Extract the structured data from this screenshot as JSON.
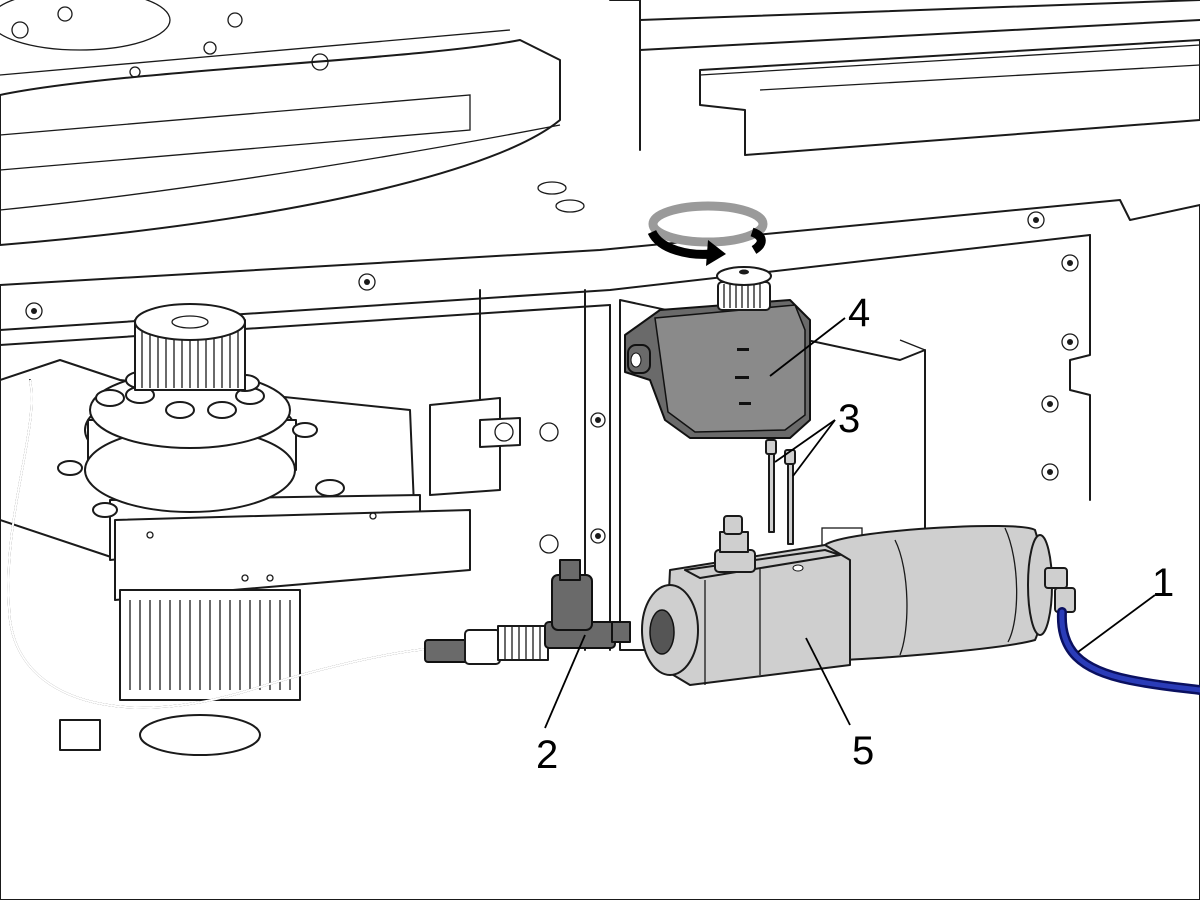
{
  "figure": {
    "callouts": [
      {
        "id": "1",
        "label": "1"
      },
      {
        "id": "2",
        "label": "2"
      },
      {
        "id": "3",
        "label": "3"
      },
      {
        "id": "4",
        "label": "4"
      },
      {
        "id": "5",
        "label": "5"
      }
    ],
    "colors": {
      "line": "#1a1a1a",
      "part_grey": "#cfcfcf",
      "reservoir_dark": "#6a6a6a",
      "tube_blue": "#1f2f9a",
      "arrow_grey": "#9a9a9a"
    },
    "icons": [
      "rotation-arrow-icon"
    ]
  }
}
